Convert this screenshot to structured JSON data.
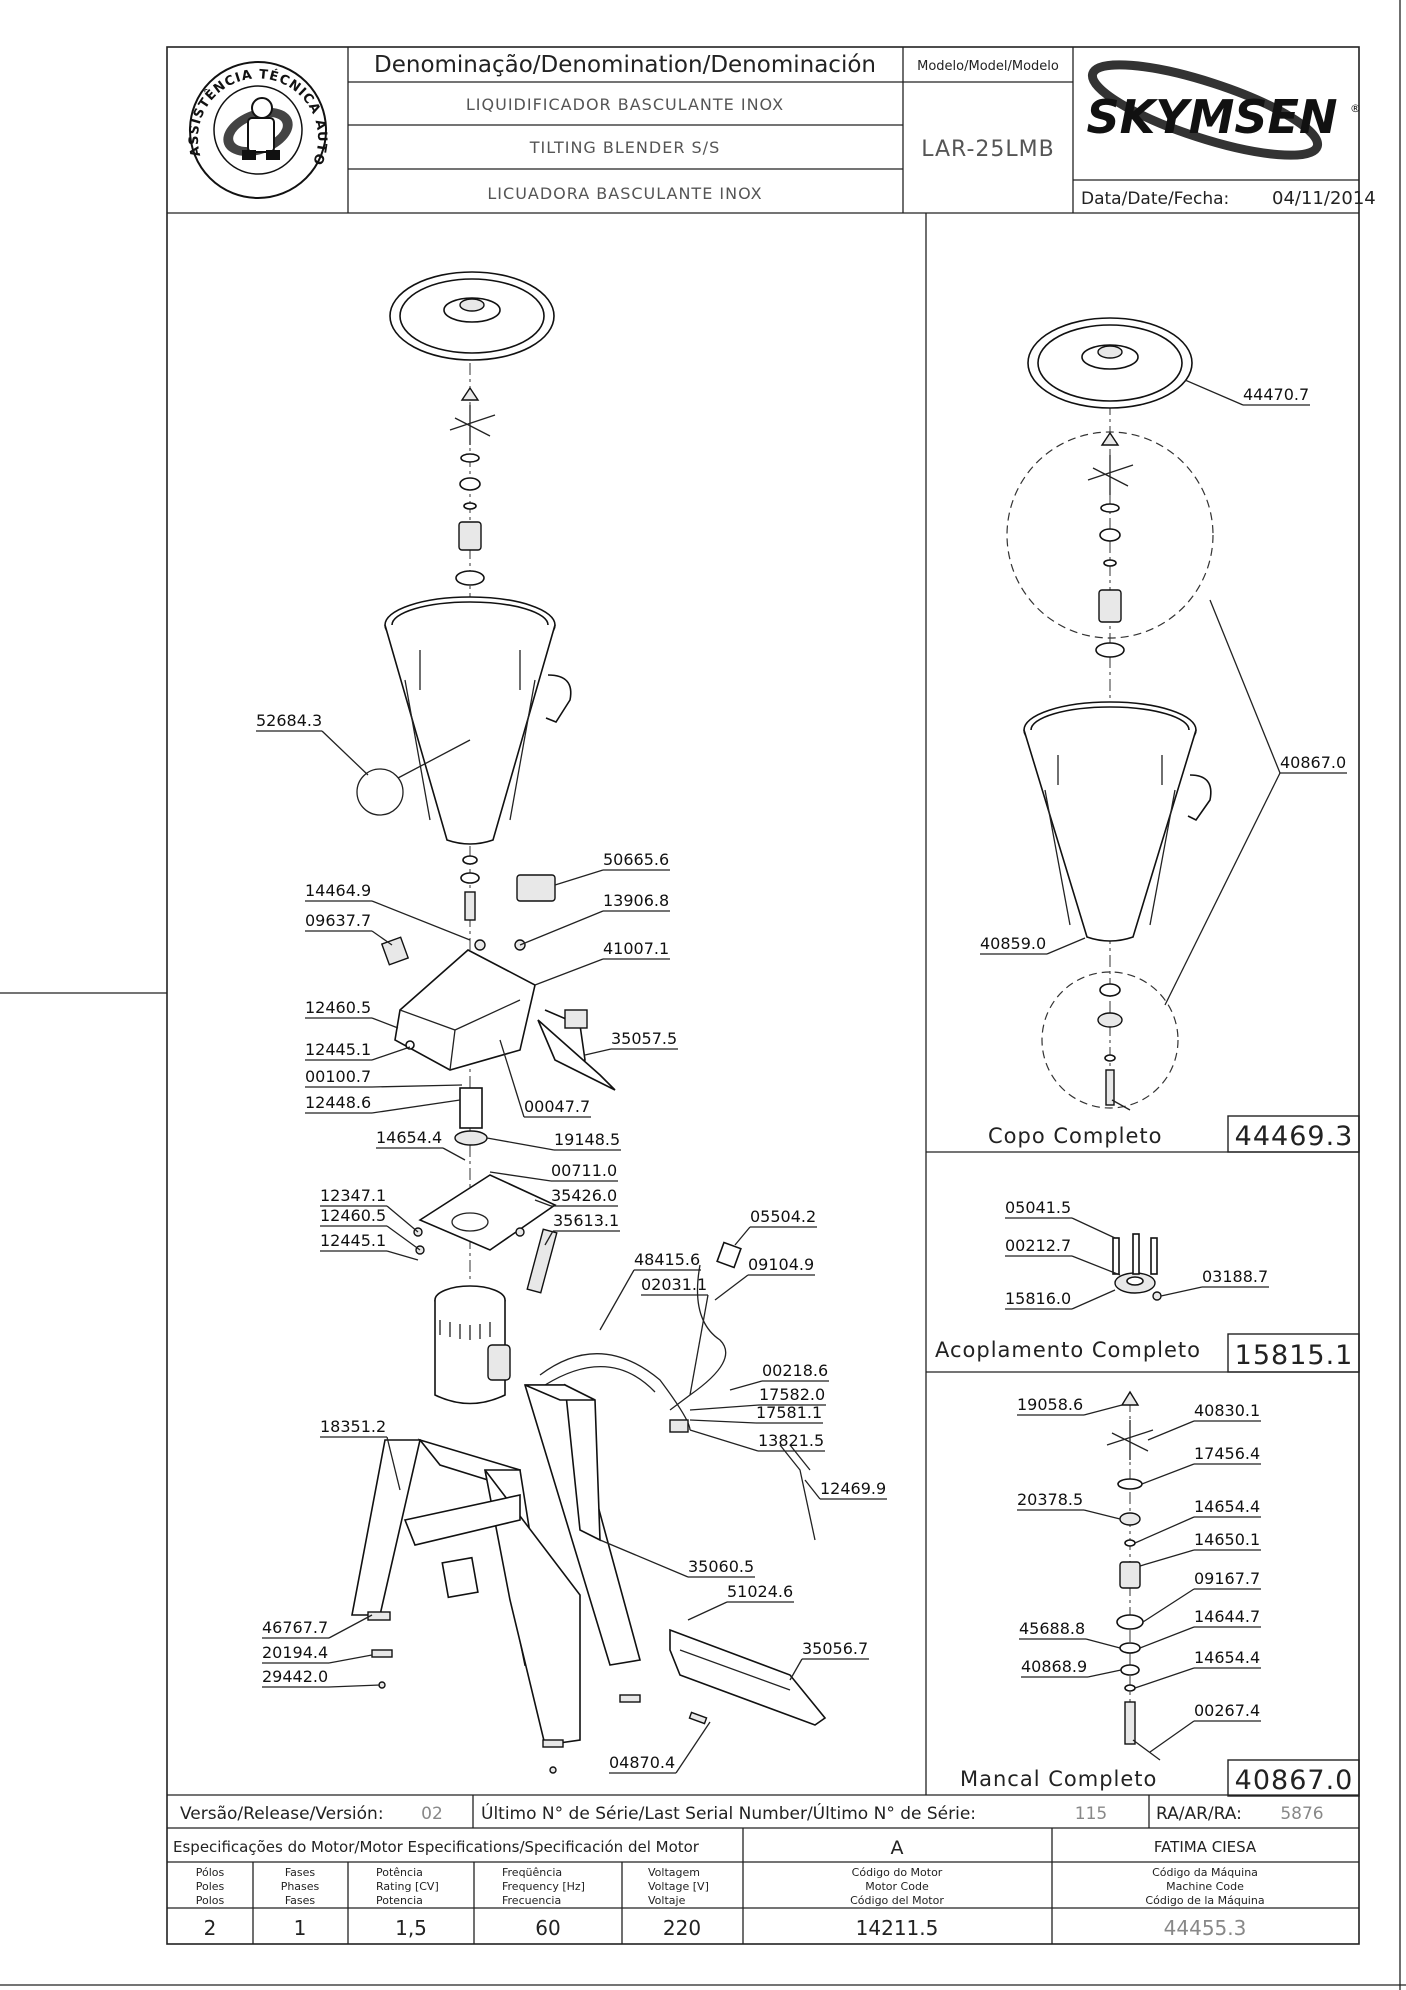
{
  "header": {
    "denomination_title": "Denominação/Denomination/Denominación",
    "name_pt": "LIQUIDIFICADOR BASCULANTE INOX",
    "name_en": "TILTING BLENDER S/S",
    "name_es": "LICUADORA BASCULANTE INOX",
    "model_title": "Modelo/Model/Modelo",
    "model_value": "LAR-25LMB",
    "brand": "SKYMSEN",
    "date_label": "Data/Date/Fecha:",
    "date_value": "04/11/2014",
    "seal_text": "ASSISTÊNCIA TÉCNICA AUTORIZADA"
  },
  "panels": {
    "copo": {
      "title": "Copo Completo",
      "code": "44469.3"
    },
    "acoplamento": {
      "title": "Acoplamento Completo",
      "code": "15815.1"
    },
    "mancal": {
      "title": "Mancal Completo",
      "code": "40867.0"
    }
  },
  "labels": {
    "main": [
      "52684.3",
      "50665.6",
      "14464.9",
      "13906.8",
      "09637.7",
      "41007.1",
      "12460.5",
      "35057.5",
      "12445.1",
      "00100.7",
      "00047.7",
      "12448.6",
      "14654.4",
      "19148.5",
      "00711.0",
      "12347.1",
      "35426.0",
      "12460.5",
      "35613.1",
      "05504.2",
      "12445.1",
      "48415.6",
      "09104.9",
      "02031.1",
      "00218.6",
      "17582.0",
      "17581.1",
      "13821.5",
      "18351.2",
      "12469.9",
      "35060.5",
      "51024.6",
      "46767.7",
      "35056.7",
      "20194.4",
      "29442.0",
      "04870.4"
    ],
    "copo": [
      "44470.7",
      "40867.0",
      "40859.0"
    ],
    "acoplamento": [
      "05041.5",
      "00212.7",
      "03188.7",
      "15816.0"
    ],
    "mancal": [
      "19058.6",
      "40830.1",
      "17456.4",
      "20378.5",
      "14654.4",
      "14650.1",
      "09167.7",
      "45688.8",
      "14644.7",
      "40868.9",
      "14654.4",
      "00267.4"
    ]
  },
  "footer": {
    "version_label": "Versão/Release/Versión:",
    "version_value": "02",
    "serial_label": "Último N° de Série/Last Serial Number/Último N° de Série:",
    "serial_value": "115",
    "ra_label": "RA/AR/RA:",
    "ra_value": "5876",
    "motor_spec_title": "Especificações do Motor/Motor Especifications/Specificación del Motor",
    "motor_letter": "A",
    "author": "FATIMA CIESA",
    "columns": [
      {
        "l1": "Pólos",
        "l2": "Poles",
        "l3": "Polos",
        "value": "2"
      },
      {
        "l1": "Fases",
        "l2": "Phases",
        "l3": "Fases",
        "value": "1"
      },
      {
        "l1": "Potência",
        "l2": "Rating [CV]",
        "l3": "Potencia",
        "value": "1,5"
      },
      {
        "l1": "Freqüência",
        "l2": "Frequency [Hz]",
        "l3": "Frecuencia",
        "value": "60"
      },
      {
        "l1": "Voltagem",
        "l2": "Voltage [V]",
        "l3": "Voltaje",
        "value": "220"
      },
      {
        "l1": "Código do Motor",
        "l2": "Motor Code",
        "l3": "Código del Motor",
        "value": "14211.5"
      },
      {
        "l1": "Código da Máquina",
        "l2": "Machine Code",
        "l3": "Código de la Máquina",
        "value": "44455.3"
      }
    ]
  },
  "colors": {
    "ink": "#222222",
    "faint_text": "#888888",
    "paper": "#ffffff"
  }
}
